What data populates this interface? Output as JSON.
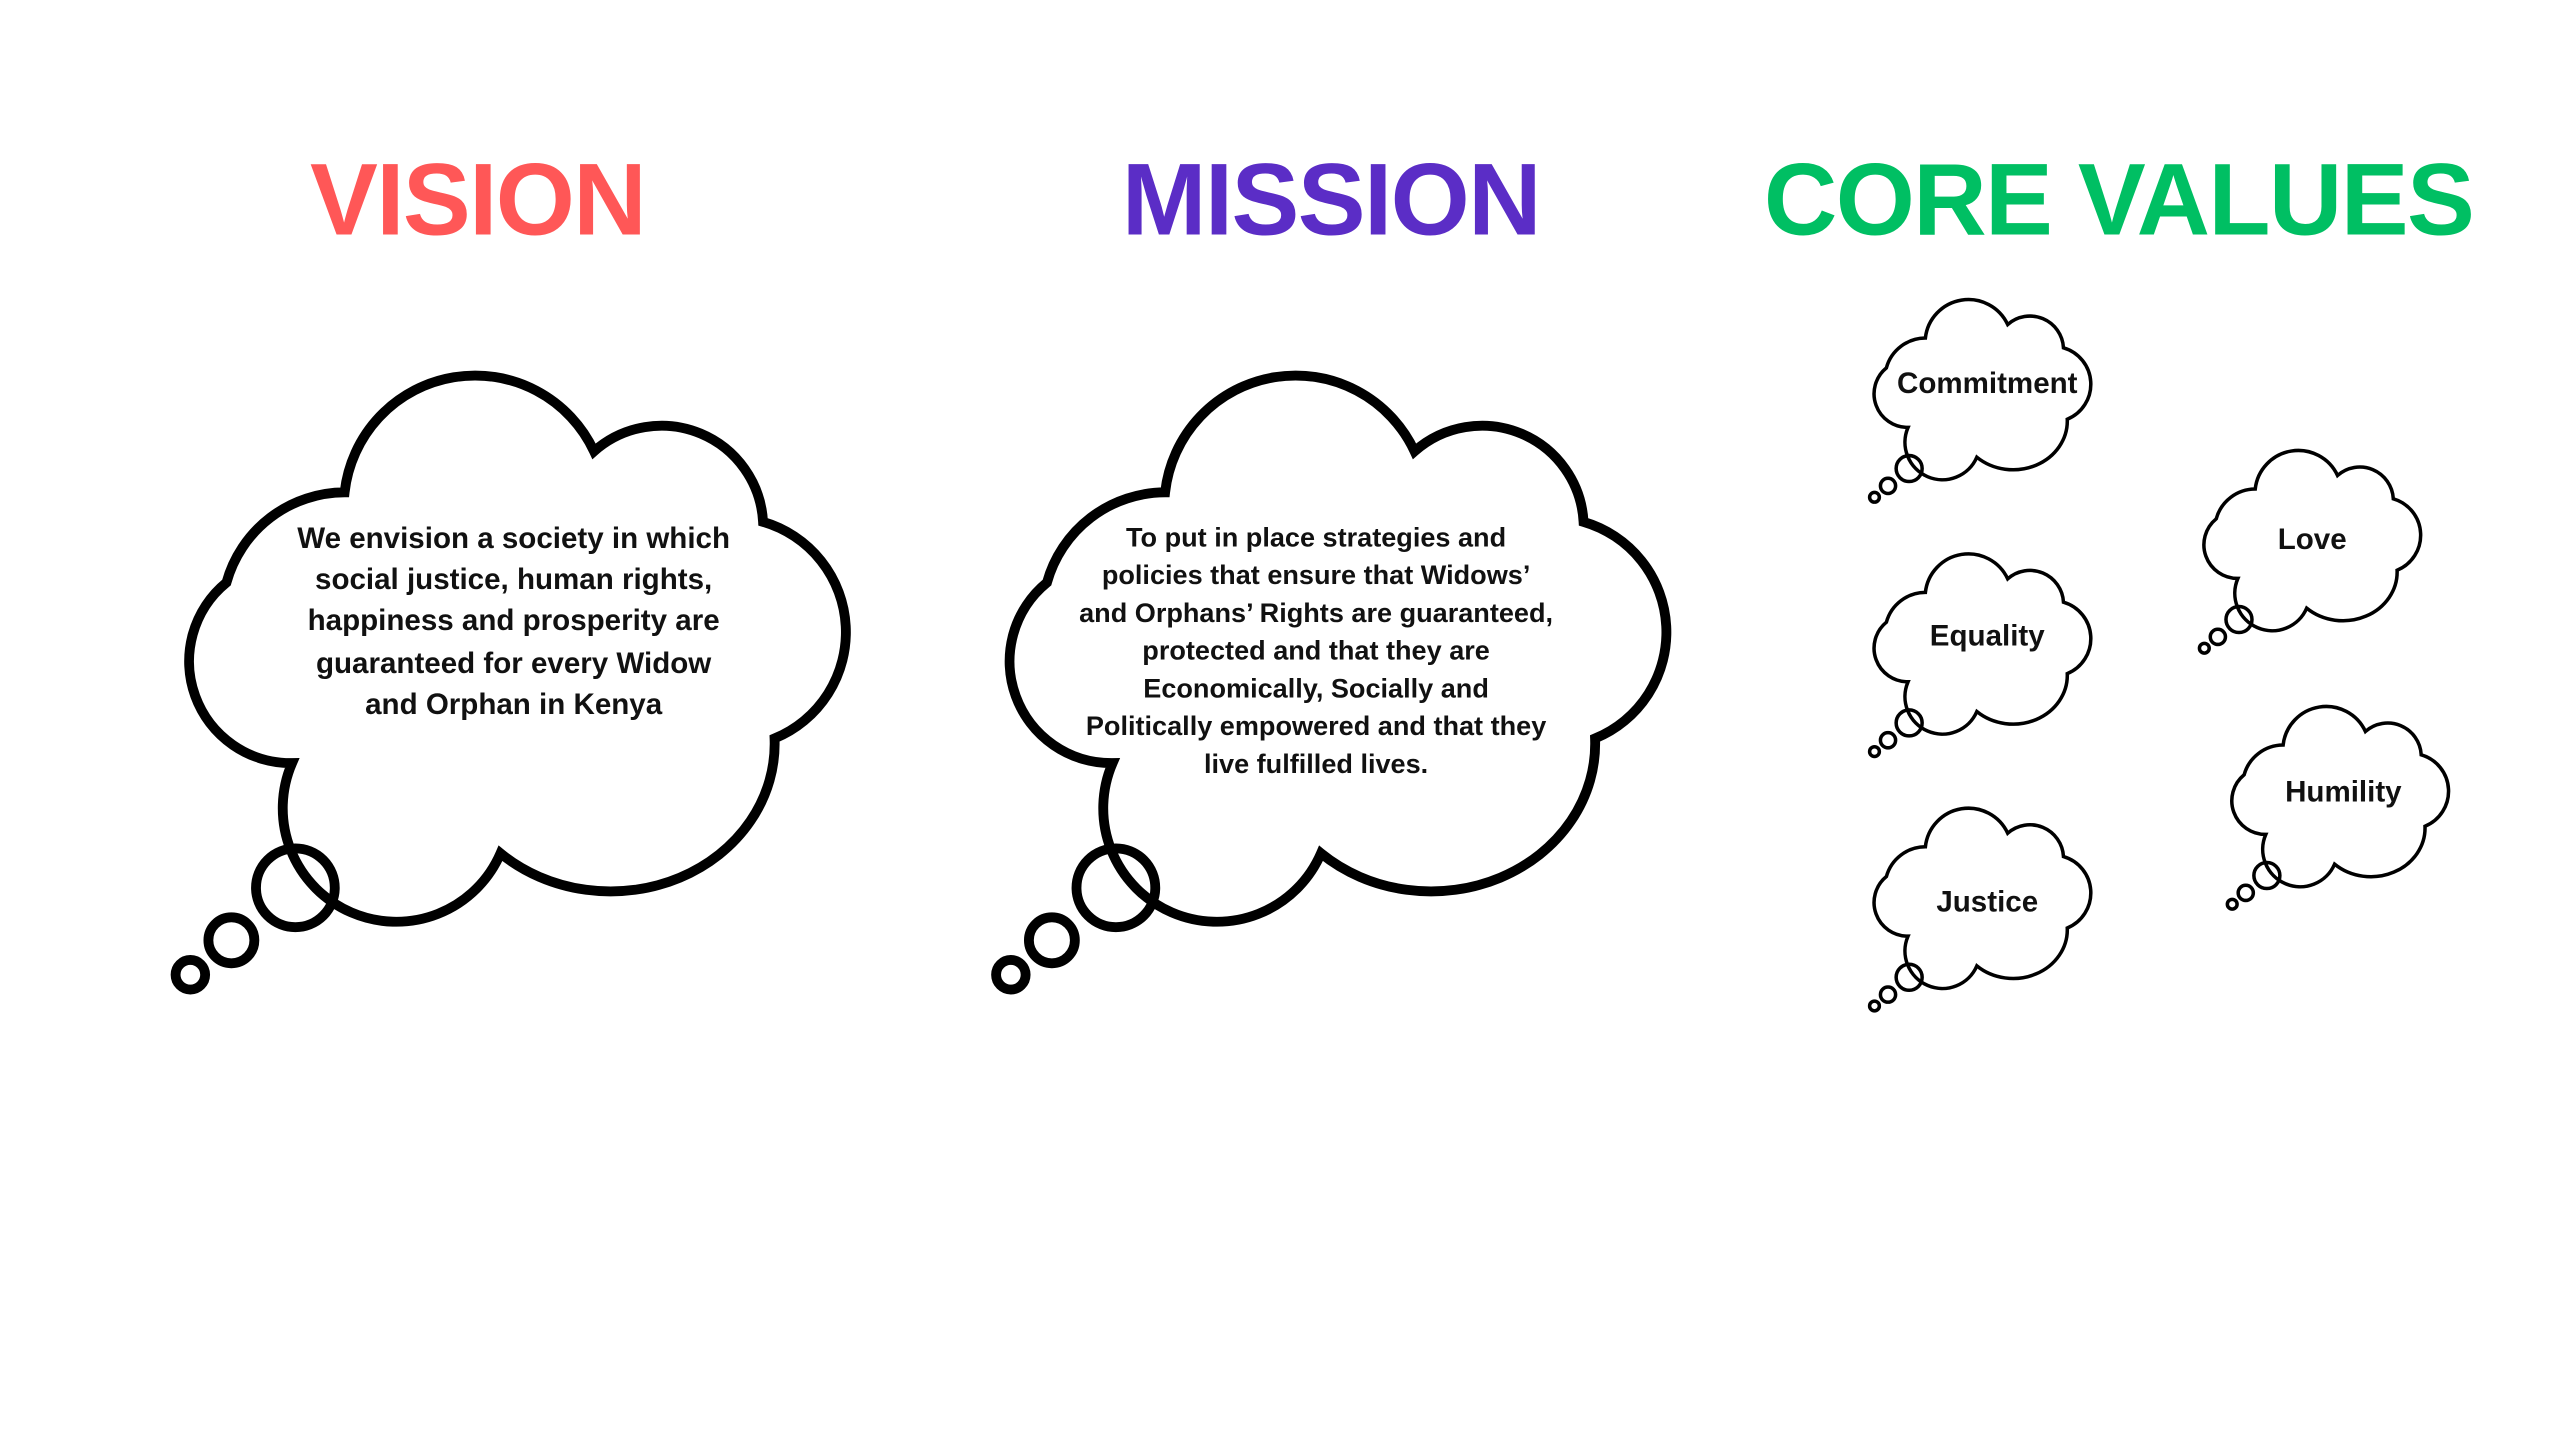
{
  "colors": {
    "vision": "#FF5757",
    "mission": "#5B2DC6",
    "core_values": "#00BF63",
    "outline": "#000000"
  },
  "vision": {
    "title": "VISION",
    "lines": [
      "We envision a society in which",
      "social justice, human rights,",
      "happiness and prosperity are",
      "guaranteed for every Widow",
      "and Orphan in Kenya"
    ]
  },
  "mission": {
    "title": "MISSION",
    "lines": [
      "To put in place strategies and",
      "policies that ensure that Widows’",
      "and Orphans’ Rights are guaranteed,",
      "protected and that they are",
      "Economically, Socially and",
      "Politically empowered and that they",
      "live fulfilled lives."
    ]
  },
  "core_values": {
    "title": "CORE VALUES",
    "items": [
      "Commitment",
      "Equality",
      "Justice",
      "Love",
      "Humility"
    ]
  }
}
